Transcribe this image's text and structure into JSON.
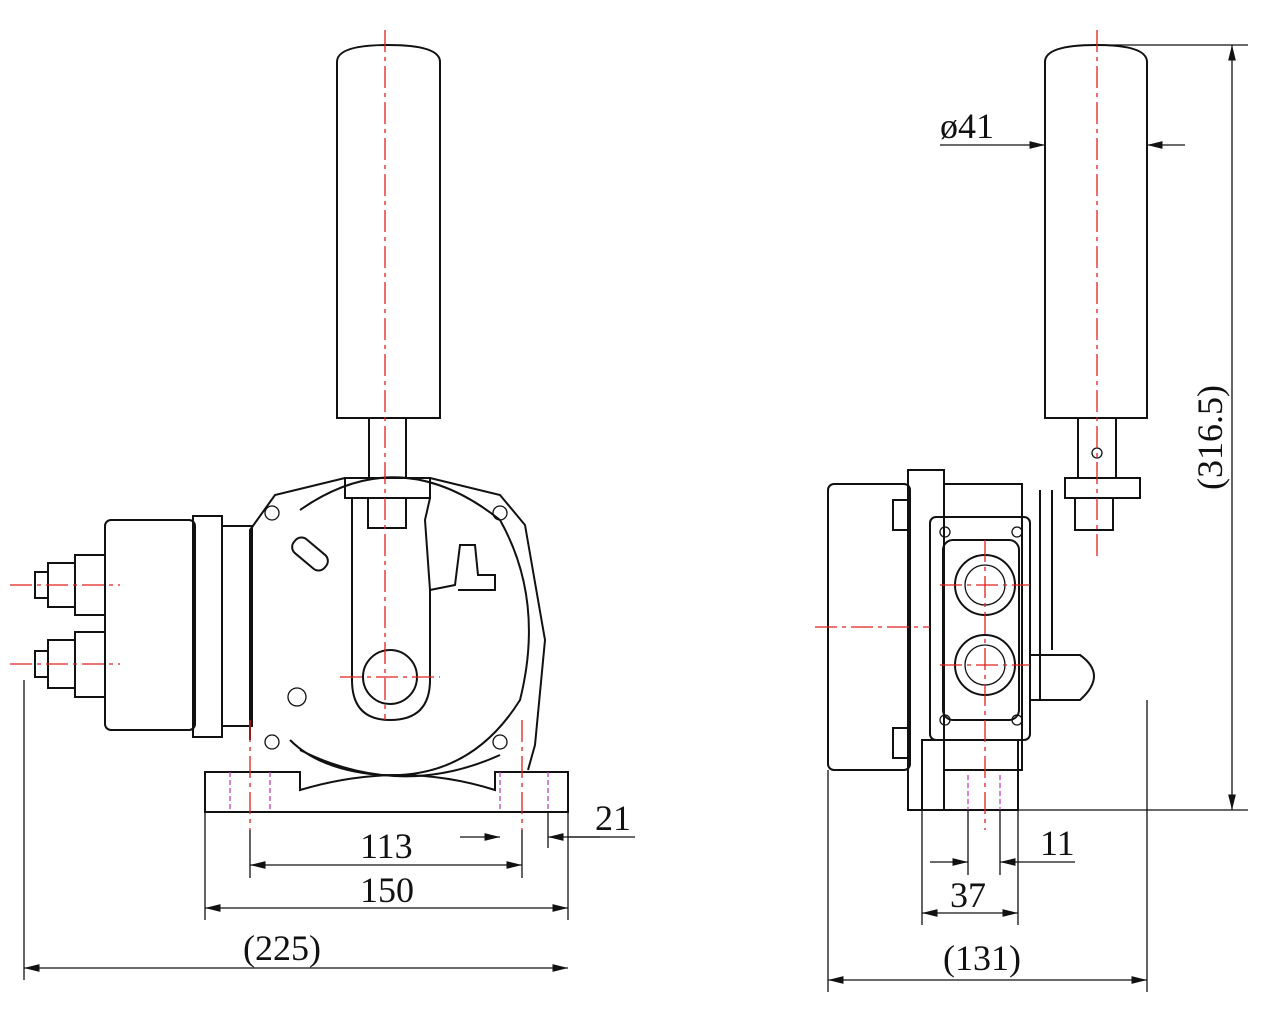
{
  "title": "Pull-wire switch outline drawing",
  "dimensions": {
    "front_width_total": "(225)",
    "front_base_width": "150",
    "front_hole_spacing": "113",
    "front_slot": "21",
    "handle_diameter": "ø41",
    "total_height": "(316.5)",
    "side_width_total": "(131)",
    "side_base_width": "37",
    "side_slot": "11"
  },
  "colors": {
    "outline": "#111111",
    "centerline": "#e0201c",
    "hidden": "#c040c0"
  }
}
